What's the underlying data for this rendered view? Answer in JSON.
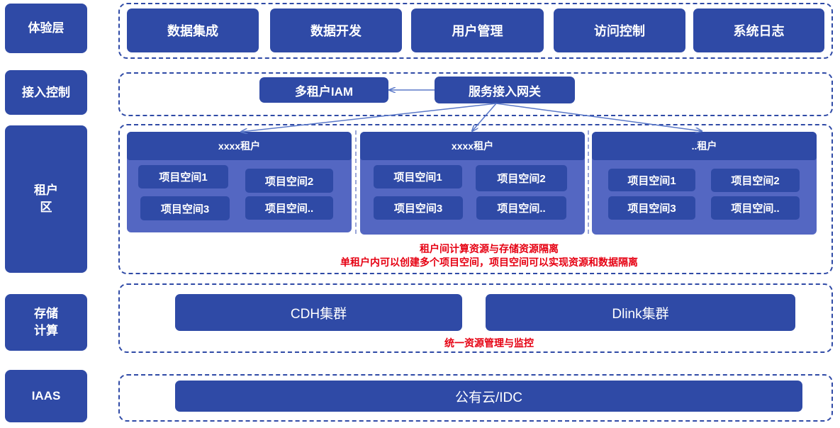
{
  "layers": {
    "experience": {
      "label": "体验层",
      "buttons": [
        "数据集成",
        "数据开发",
        "用户管理",
        "访问控制",
        "系统日志"
      ]
    },
    "access": {
      "label": "接入控制",
      "iam": "多租户IAM",
      "gateway": "服务接入网关"
    },
    "tenant": {
      "label_line1": "租户",
      "label_line2": "区",
      "tenants": [
        {
          "name": "xxxx租户",
          "spaces": [
            "项目空间1",
            "项目空间2",
            "项目空间3",
            "项目空间.."
          ]
        },
        {
          "name": "xxxx租户",
          "spaces": [
            "项目空间1",
            "项目空间2",
            "项目空间3",
            "项目空间.."
          ]
        },
        {
          "name": "..租户",
          "spaces": [
            "项目空间1",
            "项目空间2",
            "项目空间3",
            "项目空间.."
          ]
        }
      ],
      "note_line1": "租户间计算资源与存储资源隔离",
      "note_line2": "单租户内可以创建多个项目空间，项目空间可以实现资源和数据隔离"
    },
    "storage": {
      "label_line1": "存储",
      "label_line2": "计算",
      "clusters": [
        "CDH集群",
        "Dlink集群"
      ],
      "note": "统一资源管理与监控"
    },
    "iaas": {
      "label": "IAAS",
      "cloud": "公有云/IDC"
    }
  },
  "colors": {
    "primary": "#2f4aa6",
    "tenant_panel": "#5467c2",
    "note_red": "#e60012"
  }
}
